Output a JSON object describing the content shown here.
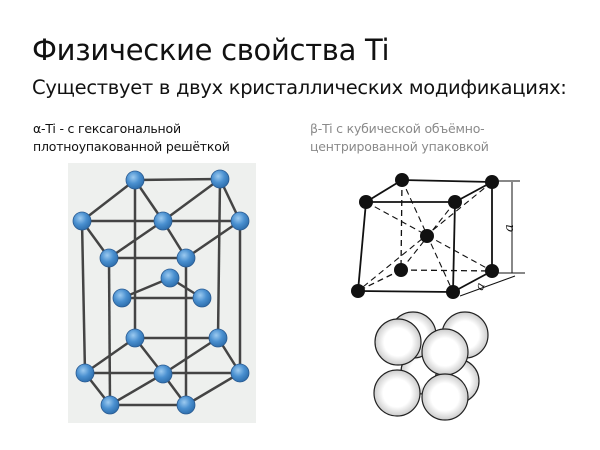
{
  "slide": {
    "title": "Физические свойства Ti",
    "subtitle": "Существует в двух кристаллических модификациях:",
    "alpha": {
      "line1": "α-Ti - с гексагональной",
      "line2": "плотноупакованной решёткой"
    },
    "beta": {
      "line1": "β-Ti с кубической объёмно-",
      "line2": "центрированной упаковкой"
    },
    "lattice_label": "a",
    "colors": {
      "alpha_atom": "#4a90d0",
      "beta_caption": "#8a8a8a",
      "figure_bg": "#eef0ee"
    }
  }
}
